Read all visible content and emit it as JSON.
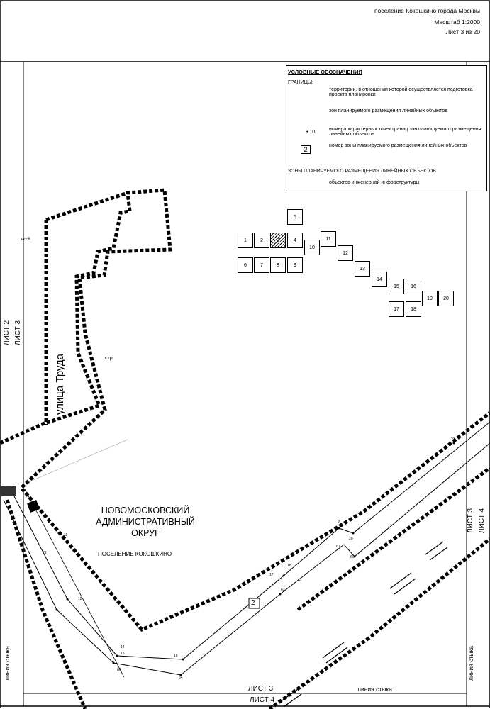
{
  "header": {
    "settlement": "поселение Кокошкино города Москвы",
    "scale": "Масштаб 1:2000",
    "sheet": "Лист 3 из 20"
  },
  "legend": {
    "title": "УСЛОВНЫЕ ОБОЗНАЧЕНИЯ",
    "boundaries_heading": "ГРАНИЦЫ:",
    "items": [
      "территории, в отношении которой осуществляется подготовка проекта планировки",
      "зон планируемого размещения линейных объектов",
      "номера характерных точек границ зон планируемого размещения линейных объектов",
      "номер зоны планируемого размещения линейных объектов",
      "объектов инженерной инфраструктуры"
    ],
    "point_sample": "• 10",
    "zone_sample": "2",
    "zones_heading": "ЗОНЫ ПЛАНИРУЕМОГО РАЗМЕЩЕНИЯ ЛИНЕЙНЫХ ОБЪЕКТОВ"
  },
  "sheet_index": {
    "current_sheet": 3,
    "tiles": [
      "1",
      "2",
      "3",
      "4",
      "5",
      "6",
      "7",
      "8",
      "9",
      "10",
      "11",
      "12",
      "13",
      "14",
      "15",
      "16",
      "17",
      "18",
      "19",
      "20"
    ]
  },
  "map": {
    "building_label": "нсс8",
    "structure_label": "стр.",
    "street": "улица Труда",
    "okrug_line1": "НОВОМОСКОВСКИЙ",
    "okrug_line2": "АДМИНИСТРАТИВНЫЙ",
    "okrug_line3": "ОКРУГ",
    "settlement": "ПОСЕЛЕНИЕ КОКОШКИНО",
    "zone_number": "2"
  },
  "joints": {
    "left_upper": "ЛИСТ 2",
    "left_lower": "ЛИСТ 3",
    "right_upper": "ЛИСТ 3",
    "right_lower": "ЛИСТ 4",
    "bottom_upper": "ЛИСТ 3",
    "bottom_lower": "ЛИСТ 4",
    "joint_line": "линия стыка"
  },
  "points": [
    "9",
    "20",
    "18",
    "17",
    "16",
    "14",
    "12",
    "11",
    "21",
    "60",
    "61",
    "63",
    "62",
    "64",
    "66",
    "15",
    "71"
  ]
}
